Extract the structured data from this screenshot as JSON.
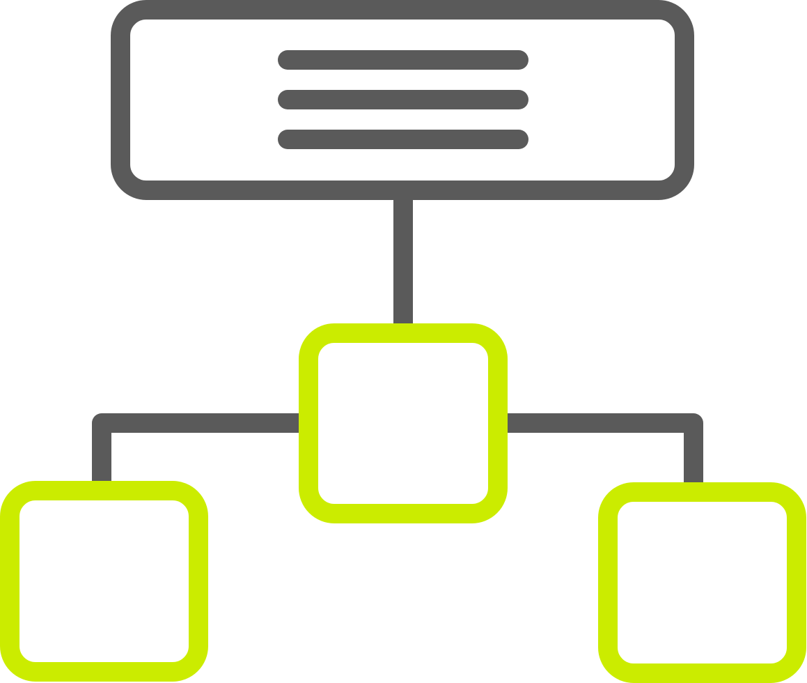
{
  "icon": {
    "name": "hierarchy-structure-icon",
    "colors": {
      "primary": "#5a5a5a",
      "accent": "#cbec00",
      "background": "#ffffff"
    },
    "nodes": [
      {
        "id": "root",
        "kind": "header-with-text-lines"
      },
      {
        "id": "child-center",
        "kind": "square"
      },
      {
        "id": "child-left",
        "kind": "square"
      },
      {
        "id": "child-right",
        "kind": "square"
      }
    ]
  }
}
